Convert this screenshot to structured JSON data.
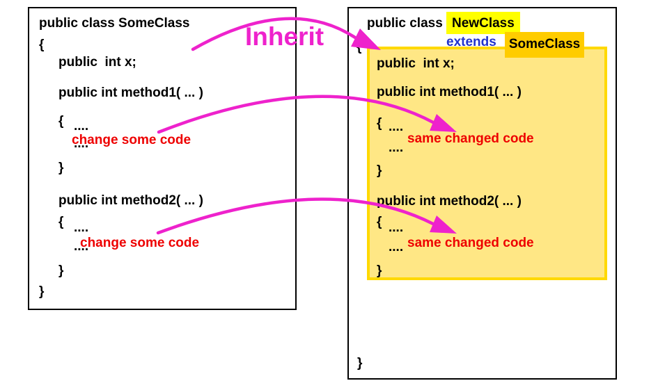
{
  "colors": {
    "magenta": "#ee22cc",
    "red": "#ee0000",
    "blue": "#2233cc",
    "yellow_highlight": "#ffff00",
    "gold_highlight": "#ffcc00",
    "panel_fill": "#ffe785",
    "panel_border": "#ffd900",
    "box_border": "#000000"
  },
  "inherit_label": "Inherit",
  "left_class": {
    "declaration": "public class SomeClass",
    "open_brace": "{",
    "close_brace": "}",
    "field": "public  int x;",
    "method1_signature": "public int method1( ... )",
    "method2_signature": "public int method2( ... )",
    "dots": "....",
    "change_note": "change some code"
  },
  "right_class": {
    "declaration_prefix": "public class ",
    "class_name": "NewClass",
    "extends_keyword": "extends",
    "parent_class": "SomeClass",
    "open_brace": "{",
    "close_brace": "}",
    "field": "public  int x;",
    "method1_signature": "public int method1( ... )",
    "method2_signature": "public int method2( ... )",
    "dots": "....",
    "change_note": "same changed code"
  }
}
